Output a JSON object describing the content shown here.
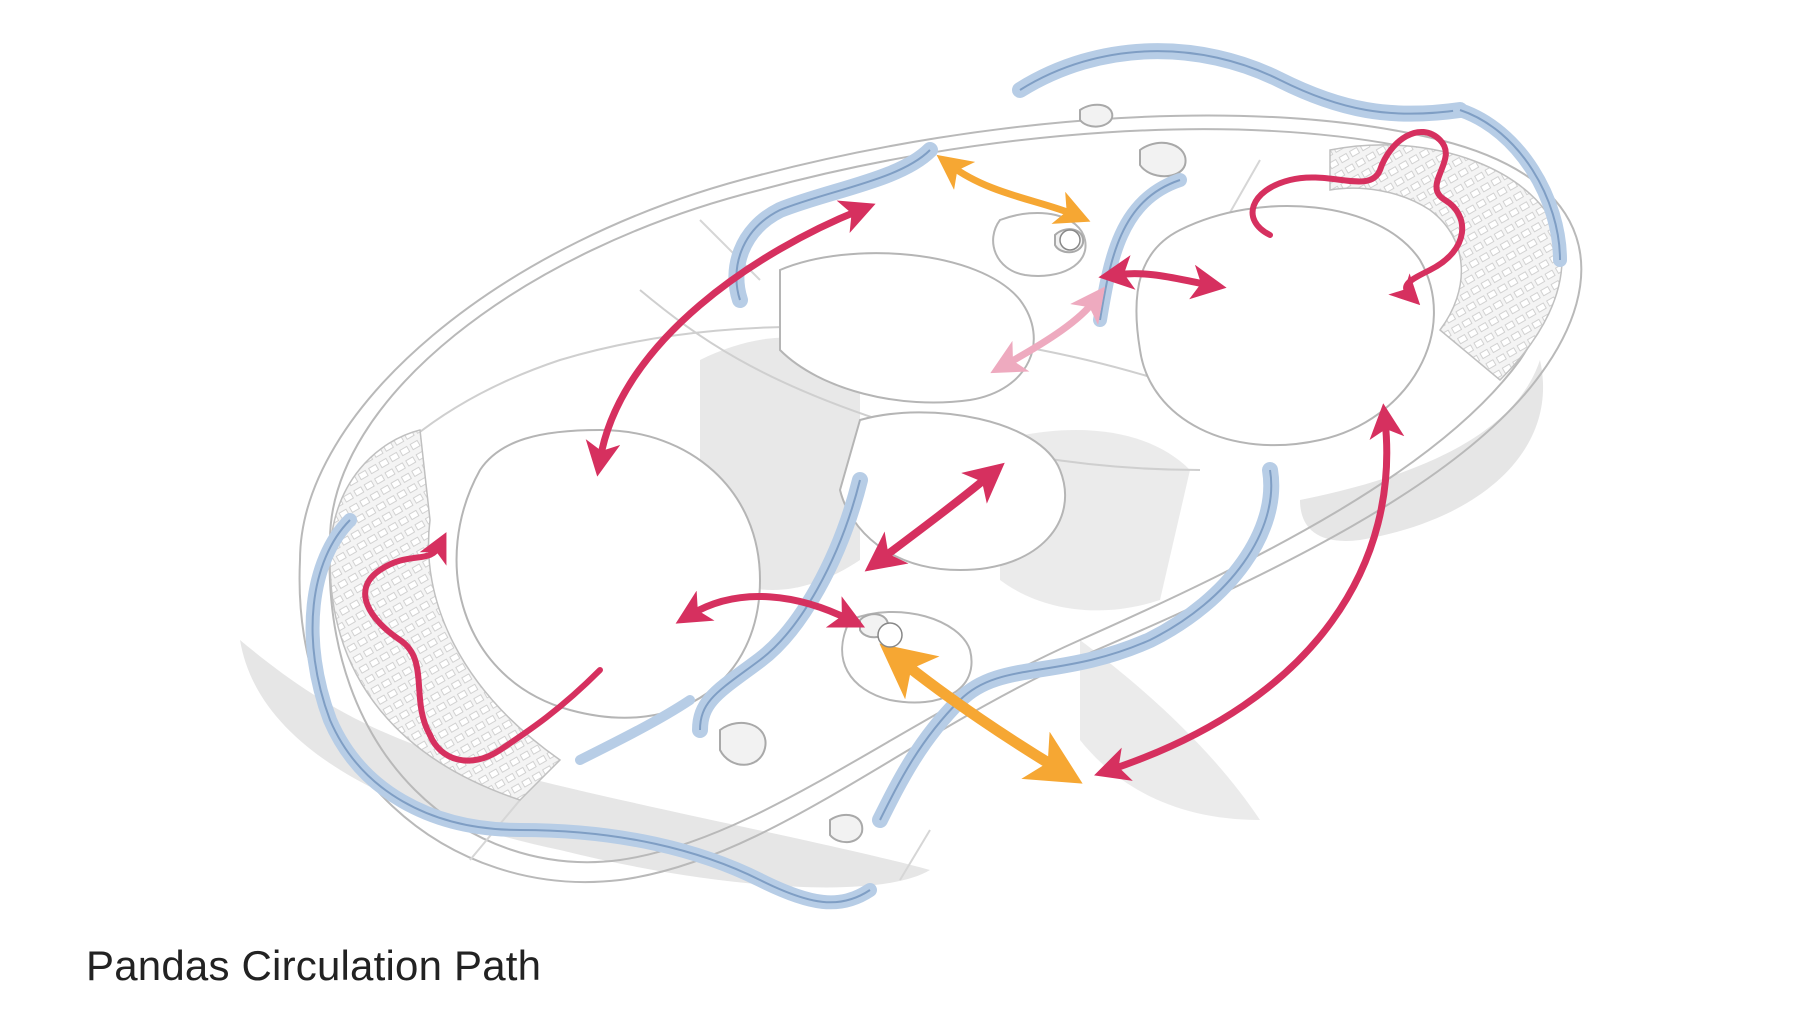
{
  "caption": "Pandas Circulation Path",
  "colors": {
    "background": "#ffffff",
    "structure_line": "#b9b9b9",
    "shadow": "#e2e2e2",
    "glass": "#b7cde6",
    "glass_edge": "#7f9ec4",
    "panda_path": "#d6305f",
    "panda_path_faded": "#eeaabf",
    "visitor_path": "#f6a733"
  },
  "legend_icons": [
    "double-headed-arrow",
    "wavy-arrow"
  ]
}
